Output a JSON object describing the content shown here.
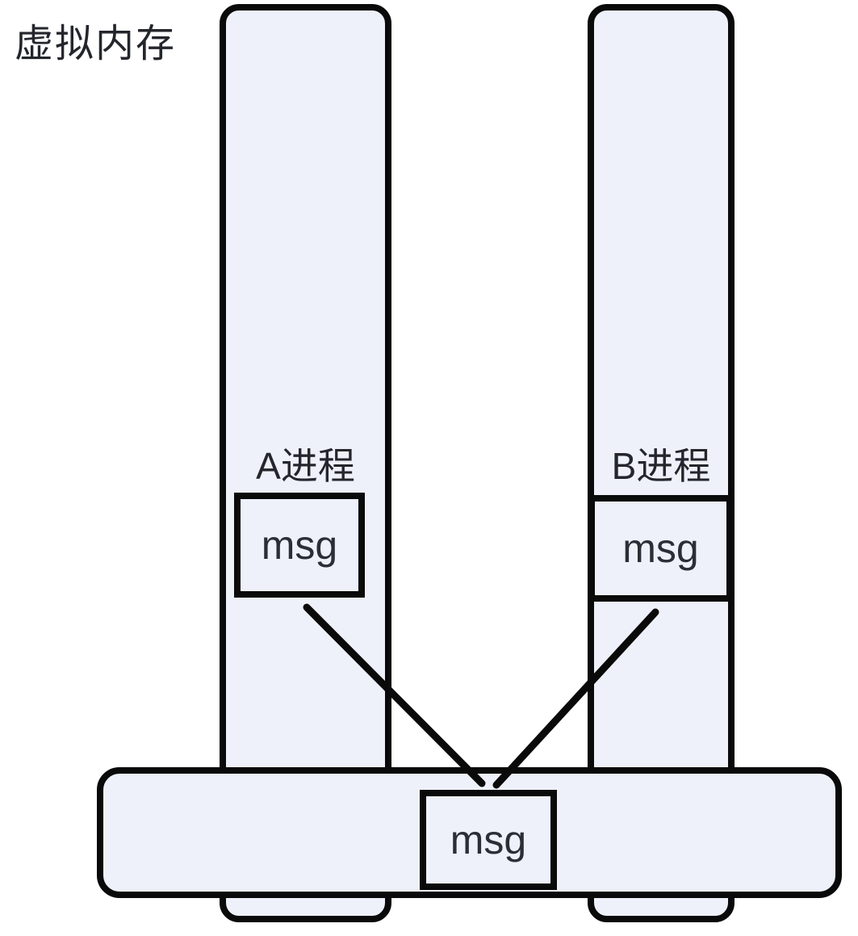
{
  "title": "虚拟内存",
  "colors": {
    "region_fill": "#eef1fa",
    "outline": "#0a0a0a",
    "text": "#24262c"
  },
  "process_a": {
    "label": "A进程",
    "msg_label": "msg"
  },
  "process_b": {
    "label": "B进程",
    "msg_label": "msg"
  },
  "kernel": {
    "msg_label": "msg"
  }
}
